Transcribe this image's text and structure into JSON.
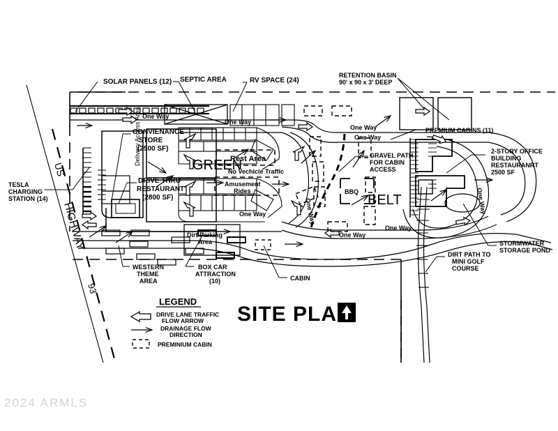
{
  "document": {
    "title": "SITE PLAN",
    "watermark": "2024 ARMLS",
    "north_arrow": "north-arrow"
  },
  "legend": {
    "heading": "LEGEND",
    "items": [
      {
        "symbol": "block-arrow",
        "label_line1": "DRIVE  LANE TRAFFIC",
        "label_line2": "FLOW ARROW"
      },
      {
        "symbol": "thin-arrow",
        "label_line1": "DRAINAGE FLOW",
        "label_line2": "DIRECTION"
      },
      {
        "symbol": "dashed-rect",
        "label_line1": "PREMINIUM CABIN",
        "label_line2": ""
      }
    ]
  },
  "roads": {
    "us_label": "US",
    "highway_label": "HIGHWAY",
    "route_number": "93"
  },
  "callouts": [
    {
      "id": "solar-panels",
      "text": "SOLAR   PANELS (12)"
    },
    {
      "id": "septic-area",
      "text": "SEPTIC  AREA"
    },
    {
      "id": "rv-space",
      "text": "RV SPACE (24)"
    },
    {
      "id": "retention-basin",
      "line1": "RETENTION BASIN",
      "line2": "90' x 90 x 3' DEEP"
    },
    {
      "id": "premium-cabins",
      "text": "PREMIUM CABINS (11)"
    },
    {
      "id": "office-building",
      "line1": "2-STORY OFFICE",
      "line2": "BUILDING",
      "line3": "RESTAURANRT",
      "line4": "2500 SF"
    },
    {
      "id": "tesla-charging",
      "line1": "TESLA",
      "line2": "CHARGING",
      "line3": "STATION (14)"
    },
    {
      "id": "convenience-store",
      "line1": "CONVIENANCE",
      "line2": "STORE",
      "line3": "(2500 SF)"
    },
    {
      "id": "drive-thru",
      "line1": "DRIVE THRU",
      "line2": "RESTAURANT",
      "line3": "(2800 SF)"
    },
    {
      "id": "gravel-path",
      "line1": "GRAVEL PATH",
      "line2": "FOR CABIN",
      "line3": "ACCESS"
    },
    {
      "id": "stormwater-pond",
      "line1": "STORMWATER",
      "line2": "STORAGE POND"
    },
    {
      "id": "dirt-path-golf",
      "line1": "DIRT PATH TO",
      "line2": "MINI GOLF",
      "line3": "COURSE"
    },
    {
      "id": "western-theme",
      "line1": "WESTERN",
      "line2": "THEME",
      "line3": "AREA"
    },
    {
      "id": "box-car",
      "line1": "BOX CAR",
      "line2": "ATTRACTION",
      "line3": "(10)"
    },
    {
      "id": "cabin",
      "text": "CABIN"
    }
  ],
  "site_labels": {
    "delivery_access": "Delivery Access Area",
    "green": "GREEN",
    "belt": "BELT",
    "rest_area": "Rest Area",
    "no_vehicle_traffic": "No Vechicle Traffic",
    "amusement_rides_line1": "Amusement",
    "amusement_rides_line2": "Rides",
    "dirt_parking_line1": "Dirt Parking",
    "dirt_parking_line2": "Area",
    "bbq": "BBQ"
  },
  "one_way_labels": [
    {
      "id": "one-way-1",
      "text": "One Way"
    },
    {
      "id": "one-way-2",
      "text": "One Way"
    },
    {
      "id": "one-way-3",
      "text": "One Way"
    },
    {
      "id": "one-way-4",
      "text": "One Way"
    },
    {
      "id": "one-way-5",
      "text": "One Way"
    },
    {
      "id": "one-way-6",
      "text": "One Way"
    },
    {
      "id": "one-way-7",
      "text": "One Way"
    },
    {
      "id": "one-way-8",
      "text": "One Way"
    },
    {
      "id": "one-way-9",
      "text": "One Way"
    }
  ],
  "colors": {
    "ink": "#000000",
    "gray_text": "#9b9b9b",
    "watermark": "#d2d2d2",
    "paper": "#ffffff"
  }
}
